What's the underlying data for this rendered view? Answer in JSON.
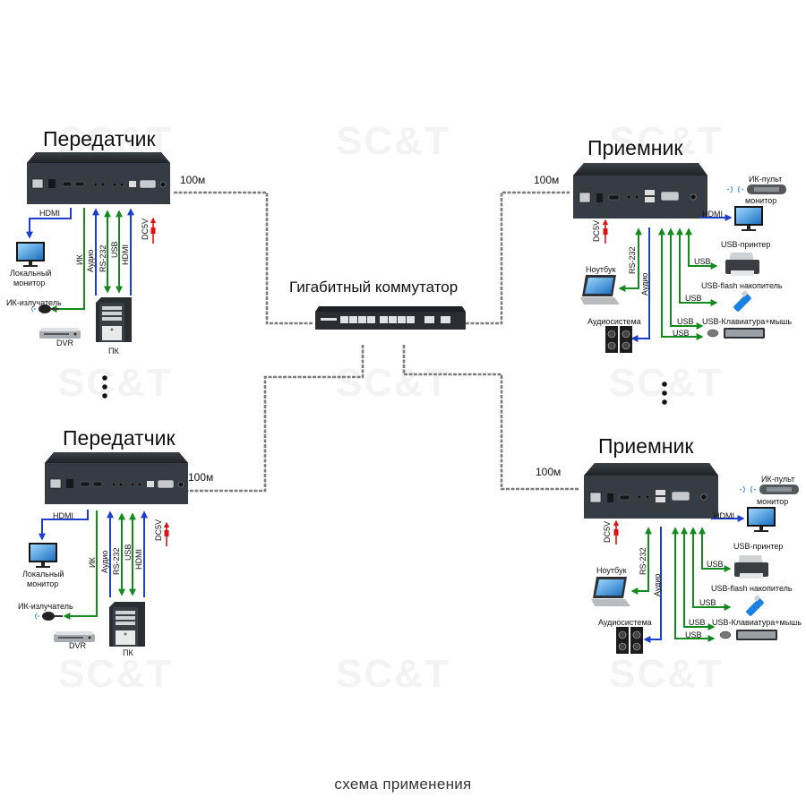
{
  "watermark": "SC&T",
  "caption": "схема применения",
  "switch": {
    "title": "Гигабитный коммутатор"
  },
  "cable_length": "100м",
  "ellipsis": "⋮",
  "transmitters": [
    {
      "title": "Передатчик",
      "signals": {
        "hdmi_out": "HDMI",
        "ir": "ИК",
        "audio": "Аудио",
        "rs232": "RS-232",
        "usb": "USB",
        "hdmi_in": "HDMI",
        "power": "DC5V"
      },
      "devices": {
        "local_monitor": "Локальный монитор",
        "local_monitor_l1": "Локальный",
        "local_monitor_l2": "монитор",
        "ir_emitter": "ИК-излучатель",
        "dvr": "DVR",
        "pc": "ПК"
      }
    },
    {
      "title": "Передатчик",
      "signals": {
        "hdmi_out": "HDMI",
        "ir": "ИК",
        "audio": "Аудио",
        "rs232": "RS-232",
        "usb": "USB",
        "hdmi_in": "HDMI",
        "power": "DC5V"
      },
      "devices": {
        "local_monitor": "Локальный монитор",
        "local_monitor_l1": "Локальный",
        "local_monitor_l2": "монитор",
        "ir_emitter": "ИК-излучатель",
        "dvr": "DVR",
        "pc": "ПК"
      }
    }
  ],
  "receivers": [
    {
      "title": "Приемник",
      "signals": {
        "power": "DC5V",
        "rs232": "RS-232",
        "audio": "Аудио",
        "hdmi": "HDMI",
        "usb": "USB"
      },
      "devices": {
        "ir_remote": "ИК-пульт",
        "monitor": "монитор",
        "printer": "USB-принтер",
        "flash": "USB-flash накопитель",
        "keyboard_mouse": "USB-Клавиатура+мышь",
        "laptop": "Ноутбук",
        "audio_system": "Аудиосистема"
      }
    },
    {
      "title": "Приемник",
      "signals": {
        "power": "DC5V",
        "rs232": "RS-232",
        "audio": "Аудио",
        "hdmi": "HDMI",
        "usb": "USB"
      },
      "devices": {
        "ir_remote": "ИК-пульт",
        "monitor": "монитор",
        "printer": "USB-принтер",
        "flash": "USB-flash накопитель",
        "keyboard_mouse": "USB-Клавиатура+мышь",
        "laptop": "Ноутбук",
        "audio_system": "Аудиосистема"
      }
    }
  ],
  "colors": {
    "video": "#1a3fd0",
    "data": "#138a1e",
    "power": "#e01010",
    "device": "#2b3036",
    "cable": "#777777"
  }
}
